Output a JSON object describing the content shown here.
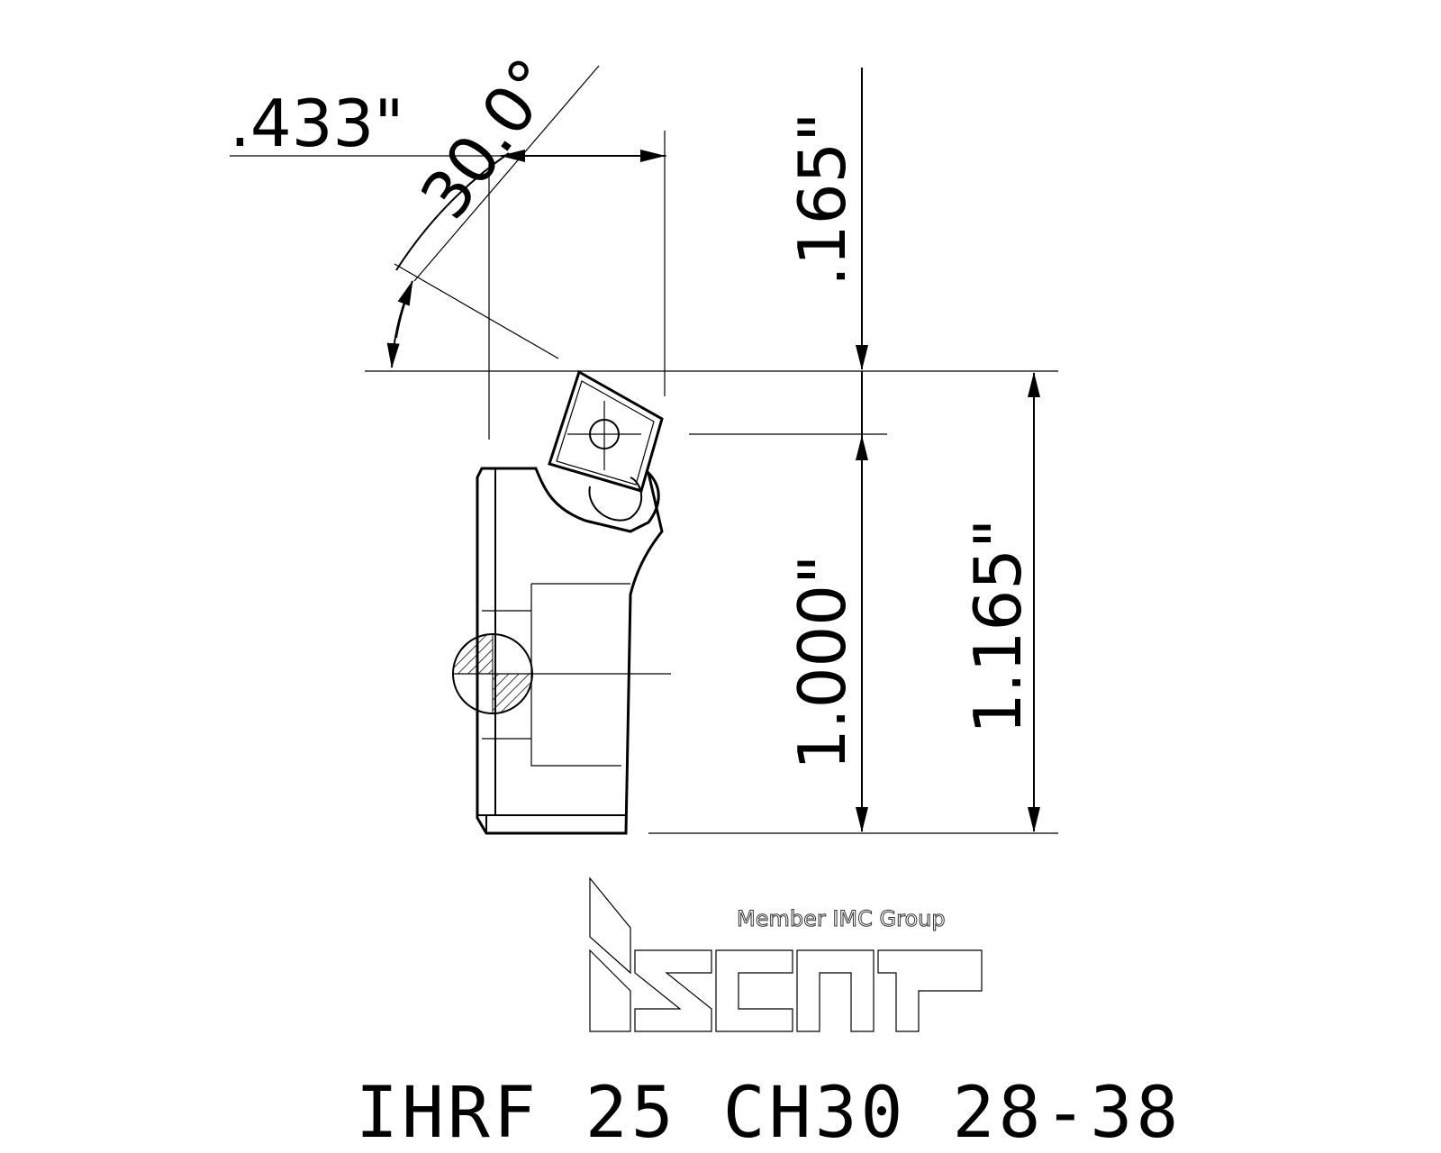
{
  "dimensions": {
    "width_433": ".433\"",
    "angle_30": "30.0°",
    "height_165": ".165\"",
    "height_1000": "1.000\"",
    "height_1165": "1.165\""
  },
  "logo": {
    "member_text": "Member IMC Group",
    "brand": "iscar"
  },
  "title": "IHRF 25 CH30 28-38"
}
